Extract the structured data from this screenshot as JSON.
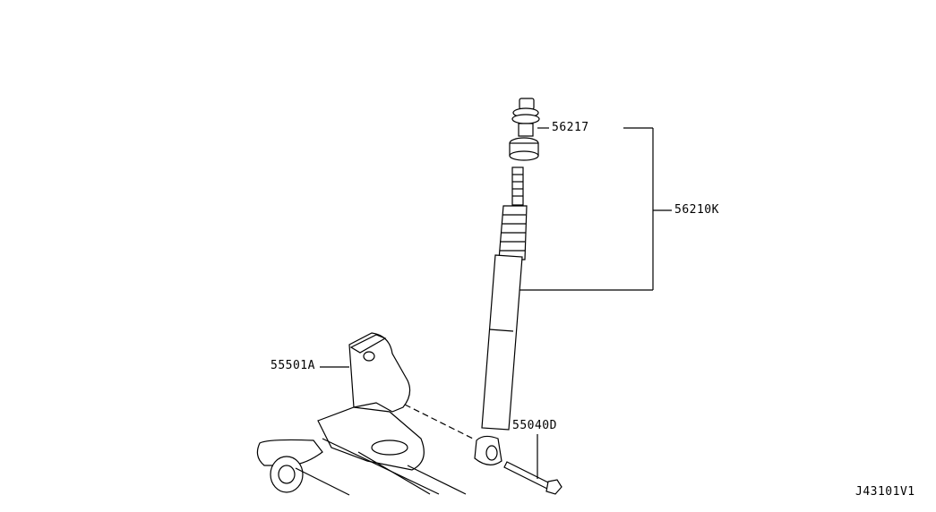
{
  "diagram": {
    "parts": [
      {
        "part_number": "56217",
        "name_icon": "shock-mount-bushing"
      },
      {
        "part_number": "56210K",
        "name_icon": "shock-absorber-kit"
      },
      {
        "part_number": "55501A",
        "name_icon": "axle-bracket"
      },
      {
        "part_number": "55040D",
        "name_icon": "bolt"
      }
    ],
    "diagram_code": "J43101V1"
  }
}
